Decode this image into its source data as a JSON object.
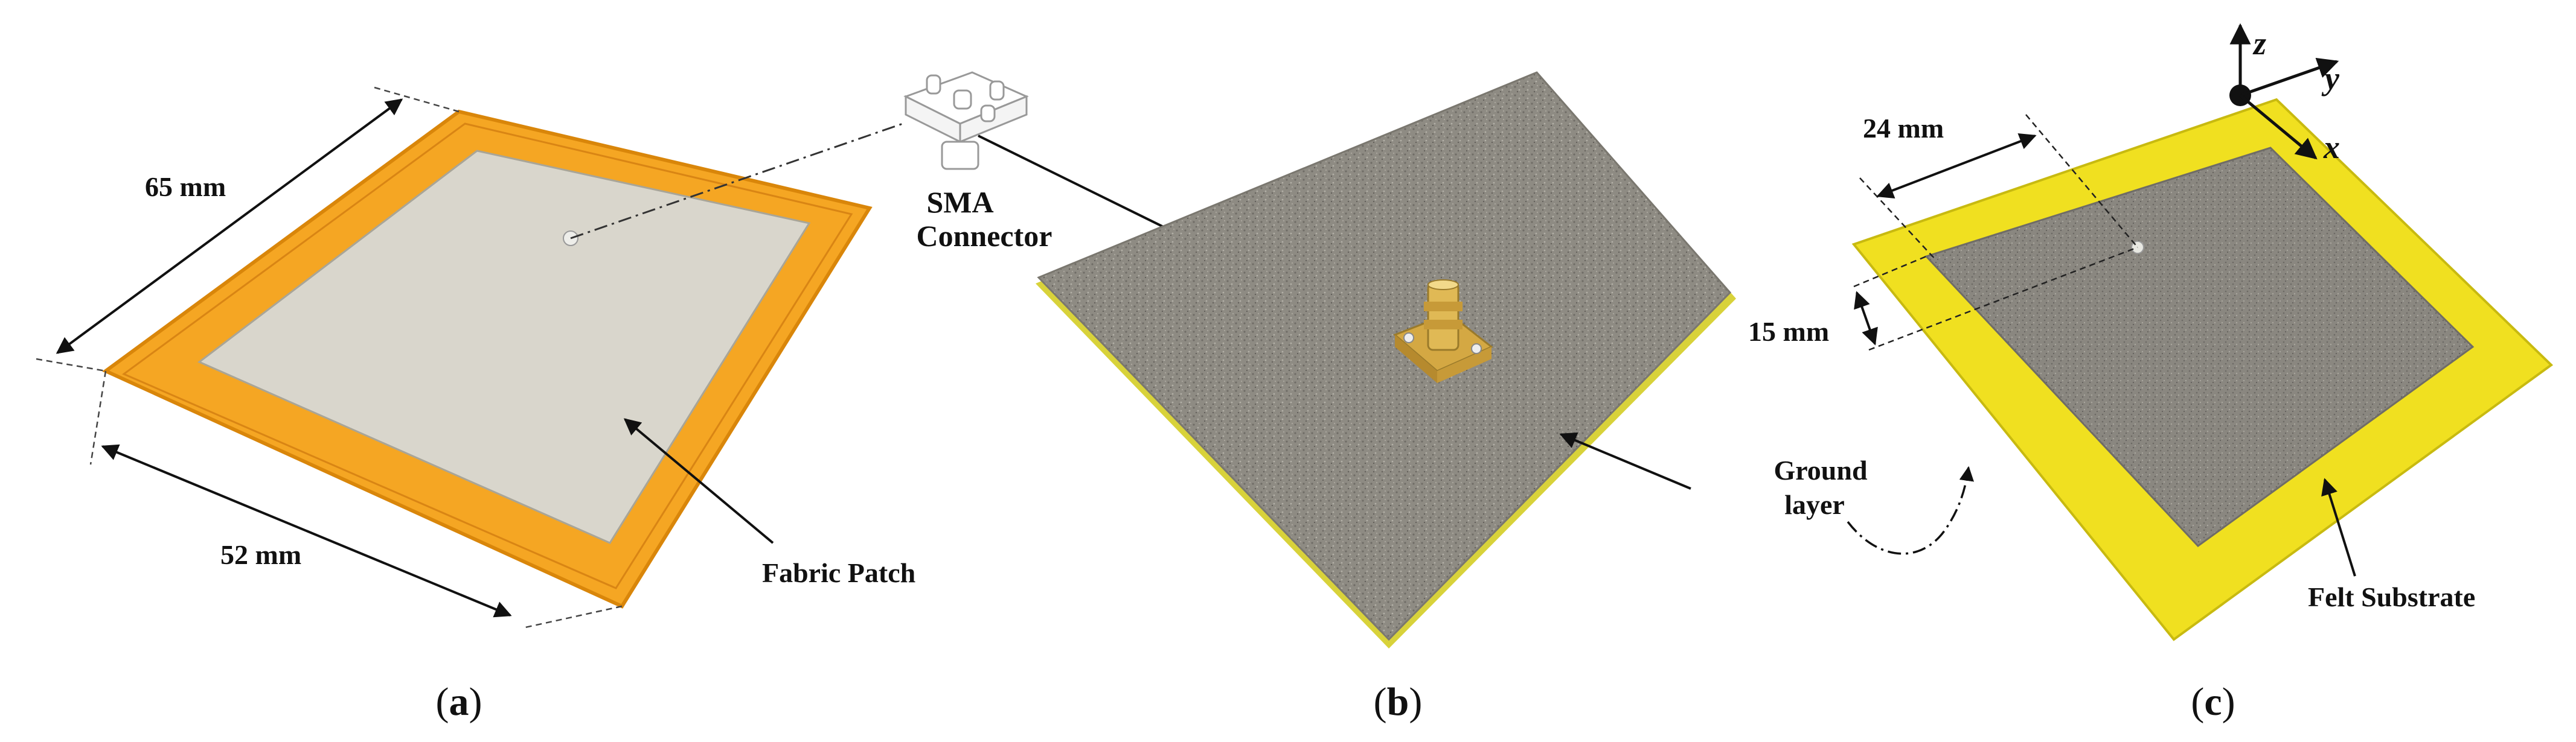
{
  "figure": {
    "panels": [
      {
        "caption_open": "(",
        "caption_letter": "a",
        "caption_close": ")"
      },
      {
        "caption_open": "(",
        "caption_letter": "b",
        "caption_close": ")"
      },
      {
        "caption_open": "(",
        "caption_letter": "c",
        "caption_close": ")"
      }
    ],
    "labels": {
      "dim_65": "65 mm",
      "dim_52": "52 mm",
      "fabric_patch": "Fabric Patch",
      "sma_line1": "SMA",
      "sma_line2": "Connector",
      "ground_line1": "Ground",
      "ground_line2": "layer",
      "dim_24": "24 mm",
      "dim_15": "15 mm",
      "felt_substrate": "Felt Substrate",
      "axis_x": "x",
      "axis_y": "y",
      "axis_z": "z"
    },
    "colors": {
      "kapton_orange": "#f5a623",
      "kapton_edge": "#d9860a",
      "fabric_silver": "#d9d6cc",
      "ground_gray": "#8e8b83",
      "felt_yellow": "#f0e020",
      "patch_gray": "#8a8780",
      "connector_gold": "#d4a843"
    }
  }
}
